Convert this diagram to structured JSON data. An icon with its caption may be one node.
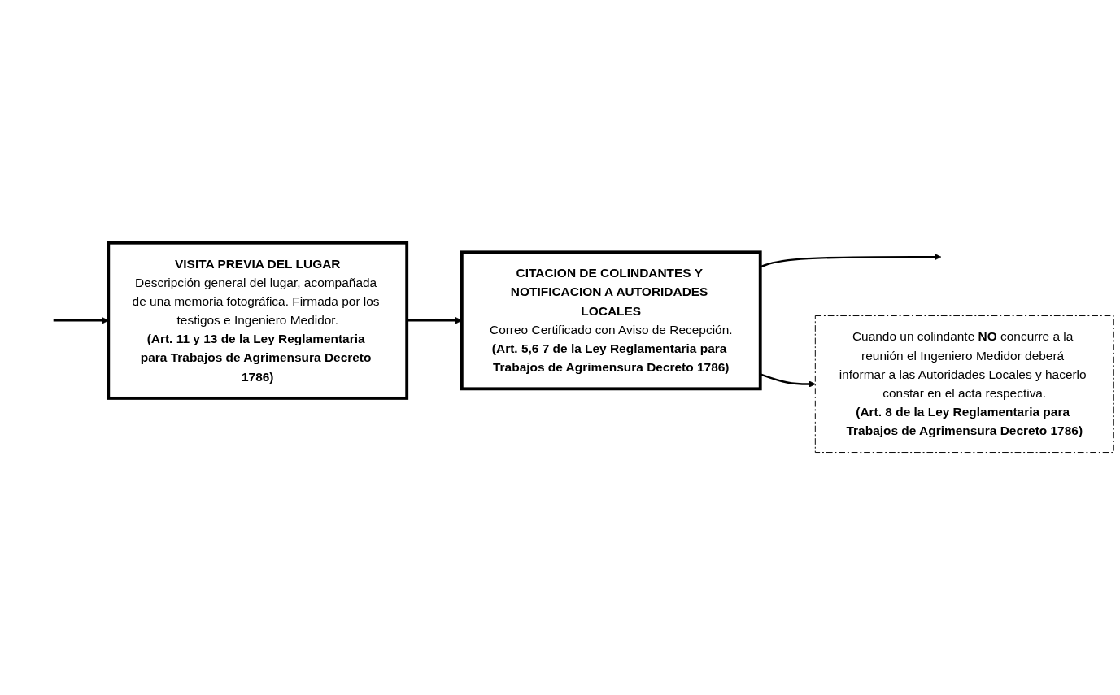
{
  "diagram": {
    "nodes": [
      {
        "text": [
          "VISITA PREVIA DEL LUGAR",
          "Descripción general del lugar, acompañada de una memoria fotográfica. Firmada por los testigos e Ingeniero Medidor.",
          "(Art. 11 y 13 de la Ley Reglamentaria para Trabajos de Agrimensura Decreto 1786)"
        ]
      },
      {
        "text": [
          "CITACION DE COLINDANTES Y NOTIFICACION A AUTORIDADES LOCALES",
          "Correo Certificado con Aviso de Recepción.",
          "(Art. 5,6 7 de la Ley Reglamentaria para Trabajos de Agrimensura Decreto 1786)"
        ]
      },
      {
        "text": [
          "Cuando un colindante **NO** concurre a la reunión el Ingeniero Medidor deberá informar a las Autoridades Locales y hacerlo constar en el acta respectiva.",
          "(Art. 8 de la Ley Reglamentaria para Trabajos de Agrimensura Decreto 1786)"
        ]
      }
    ],
    "edges": [
      {
        "from": null,
        "to": 0,
        "arrow": "to"
      },
      {
        "from": 0,
        "to": 1,
        "arrow": "to"
      },
      {
        "from": 1,
        "to": null,
        "arrow": "to"
      },
      {
        "from": 1,
        "to": 2,
        "arrow": "to"
      }
    ]
  }
}
